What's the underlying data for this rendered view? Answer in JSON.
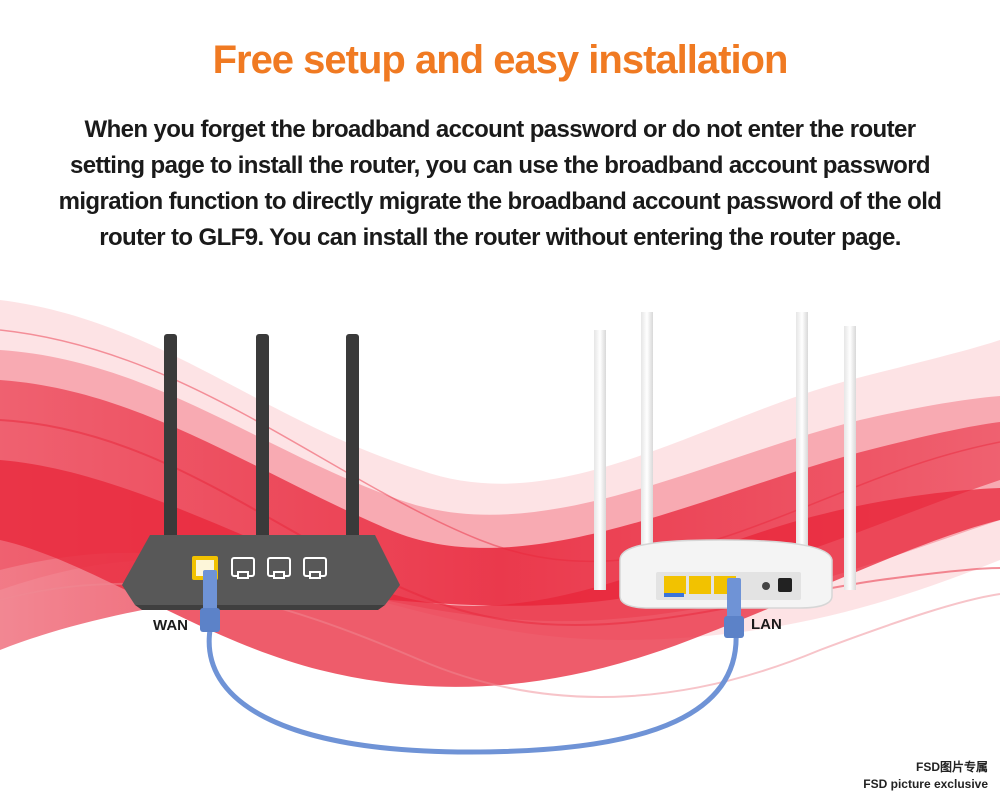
{
  "header": {
    "title": "Free setup and easy installation",
    "description": "When you forget the broadband account password or do not enter the router setting page to install the router, you can use the broadband account password migration function to directly migrate the broadband account password of the old router to GLF9. You can install the router without entering the router page."
  },
  "labels": {
    "wan": "WAN",
    "lan": "LAN"
  },
  "watermark": {
    "line1": "FSD图片专属",
    "line2": "FSD picture exclusive"
  },
  "colors": {
    "title": "#f07a22",
    "text": "#1a1a1a",
    "ribbon": "#e8253a",
    "old_router": "#585858",
    "new_router": "#f4f4f4",
    "cable": "#6f93d6",
    "port": "#f2c200"
  }
}
